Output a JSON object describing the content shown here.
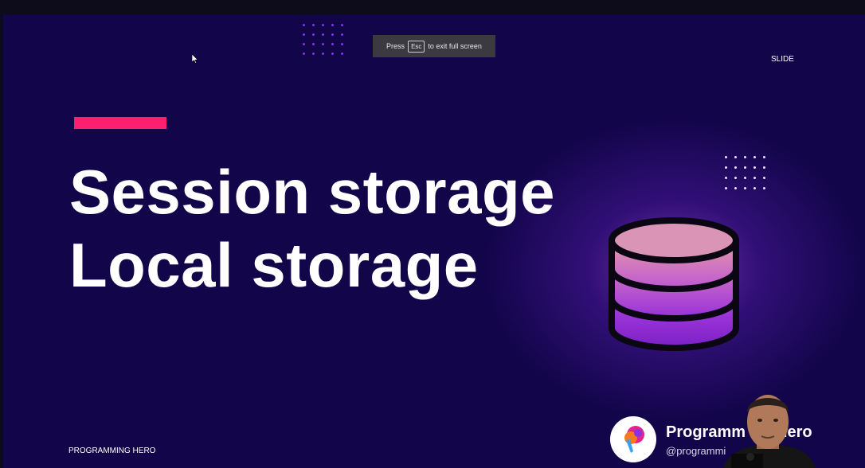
{
  "fullscreen_toast": {
    "before": "Press",
    "key": "Esc",
    "after": "to exit full screen"
  },
  "slide": {
    "corner_label": "SLIDE",
    "title_lines": [
      "Session storage",
      "Local storage"
    ],
    "footer_brand": "PROGRAMMING HERO",
    "accent_color": "#ff1f6e",
    "background_color": "#12054a"
  },
  "channel": {
    "name": "Programm",
    "name_end": "Hero",
    "handle": "@programmi"
  },
  "icons": {
    "database": "database-icon",
    "logo": "programming-hero-logo",
    "cursor": "mouse-cursor-icon"
  }
}
